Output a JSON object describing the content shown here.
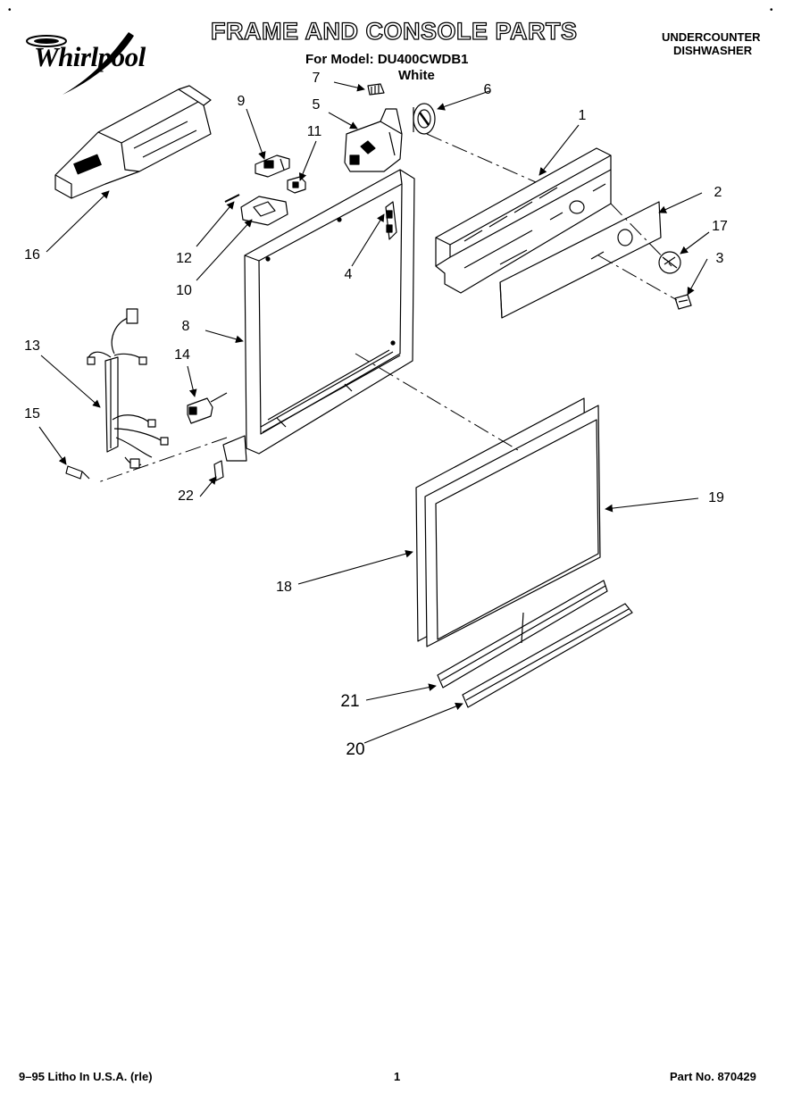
{
  "header": {
    "brand": "Whirlpool",
    "title": "FRAME AND CONSOLE PARTS",
    "model_line": "For Model: DU400CWDB1",
    "color": "White",
    "category_line1": "UNDERCOUNTER",
    "category_line2": "DISHWASHER",
    "corner_mark": "•"
  },
  "callouts": [
    "1",
    "2",
    "3",
    "4",
    "5",
    "6",
    "7",
    "8",
    "9",
    "10",
    "11",
    "12",
    "13",
    "14",
    "15",
    "16",
    "17",
    "18",
    "19",
    "20",
    "21",
    "22"
  ],
  "footer": {
    "print_info": "9–95 Litho In U.S.A. (rle)",
    "page": "1",
    "part_number": "Part No. 870429"
  },
  "colors": {
    "ink": "#000000",
    "paper": "#ffffff"
  }
}
